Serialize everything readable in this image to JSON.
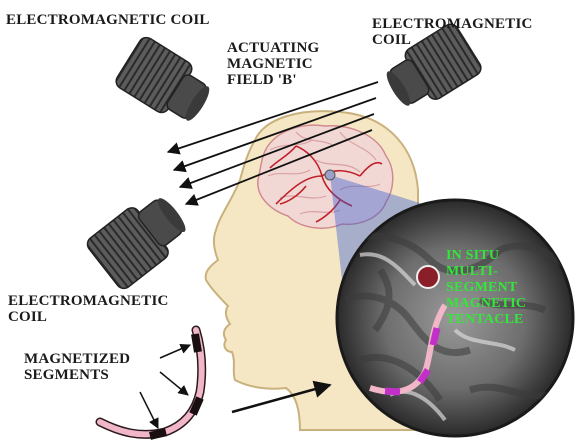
{
  "labels": {
    "coil_top_left": "ELECTROMAGNETIC COIL",
    "coil_top_right": [
      "ELECTROMAGNETIC",
      "COIL"
    ],
    "field": [
      "ACTUATING",
      "MAGNETIC",
      "FIELD 'B'"
    ],
    "coil_left": [
      "ELECTROMAGNETIC",
      "COIL"
    ],
    "segments": [
      "MAGNETIZED",
      "SEGMENTS"
    ],
    "tentacle": [
      "IN SITU",
      "MULTI-",
      "SEGMENT",
      "MAGNETIC",
      "TENTACLE"
    ]
  },
  "colors": {
    "coil": "#5a5a5a",
    "head_skin": "#f6e7c4",
    "brain": "#f2d8d4",
    "vessels": "#c0202a",
    "projection": "#3a5fd0",
    "tentacle_pink": "#f1b6c8",
    "tentacle_magenta": "#c230c8",
    "label_green": "#33e63a"
  }
}
